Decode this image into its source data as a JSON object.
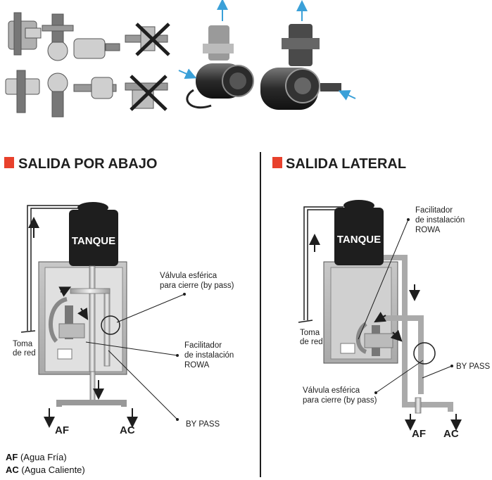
{
  "sections": {
    "left_title": "SALIDA POR ABAJO",
    "right_title": "SALIDA LATERAL"
  },
  "labels": {
    "tank": "TANQUE",
    "valve_line1": "Válvula esférica",
    "valve_line2": "para cierre (by pass)",
    "facilitator_line1": "Facilitador",
    "facilitator_line2": "de instalación",
    "facilitator_line3": "ROWA",
    "bypass": "BY PASS",
    "mains_line1": "Toma",
    "mains_line2": "de red",
    "af": "AF",
    "ac": "AC"
  },
  "legend": {
    "af_code": "AF",
    "af_text": "(Agua Fría)",
    "ac_code": "AC",
    "ac_text": "(Agua Caliente)"
  },
  "colors": {
    "accent_red": "#e8412c",
    "arrow_blue": "#3aa0d8",
    "tank": "#1e1e1e"
  },
  "icons": [
    "arrow-up-icon",
    "arrow-down-icon",
    "cross-out-icon",
    "pump-icon"
  ]
}
